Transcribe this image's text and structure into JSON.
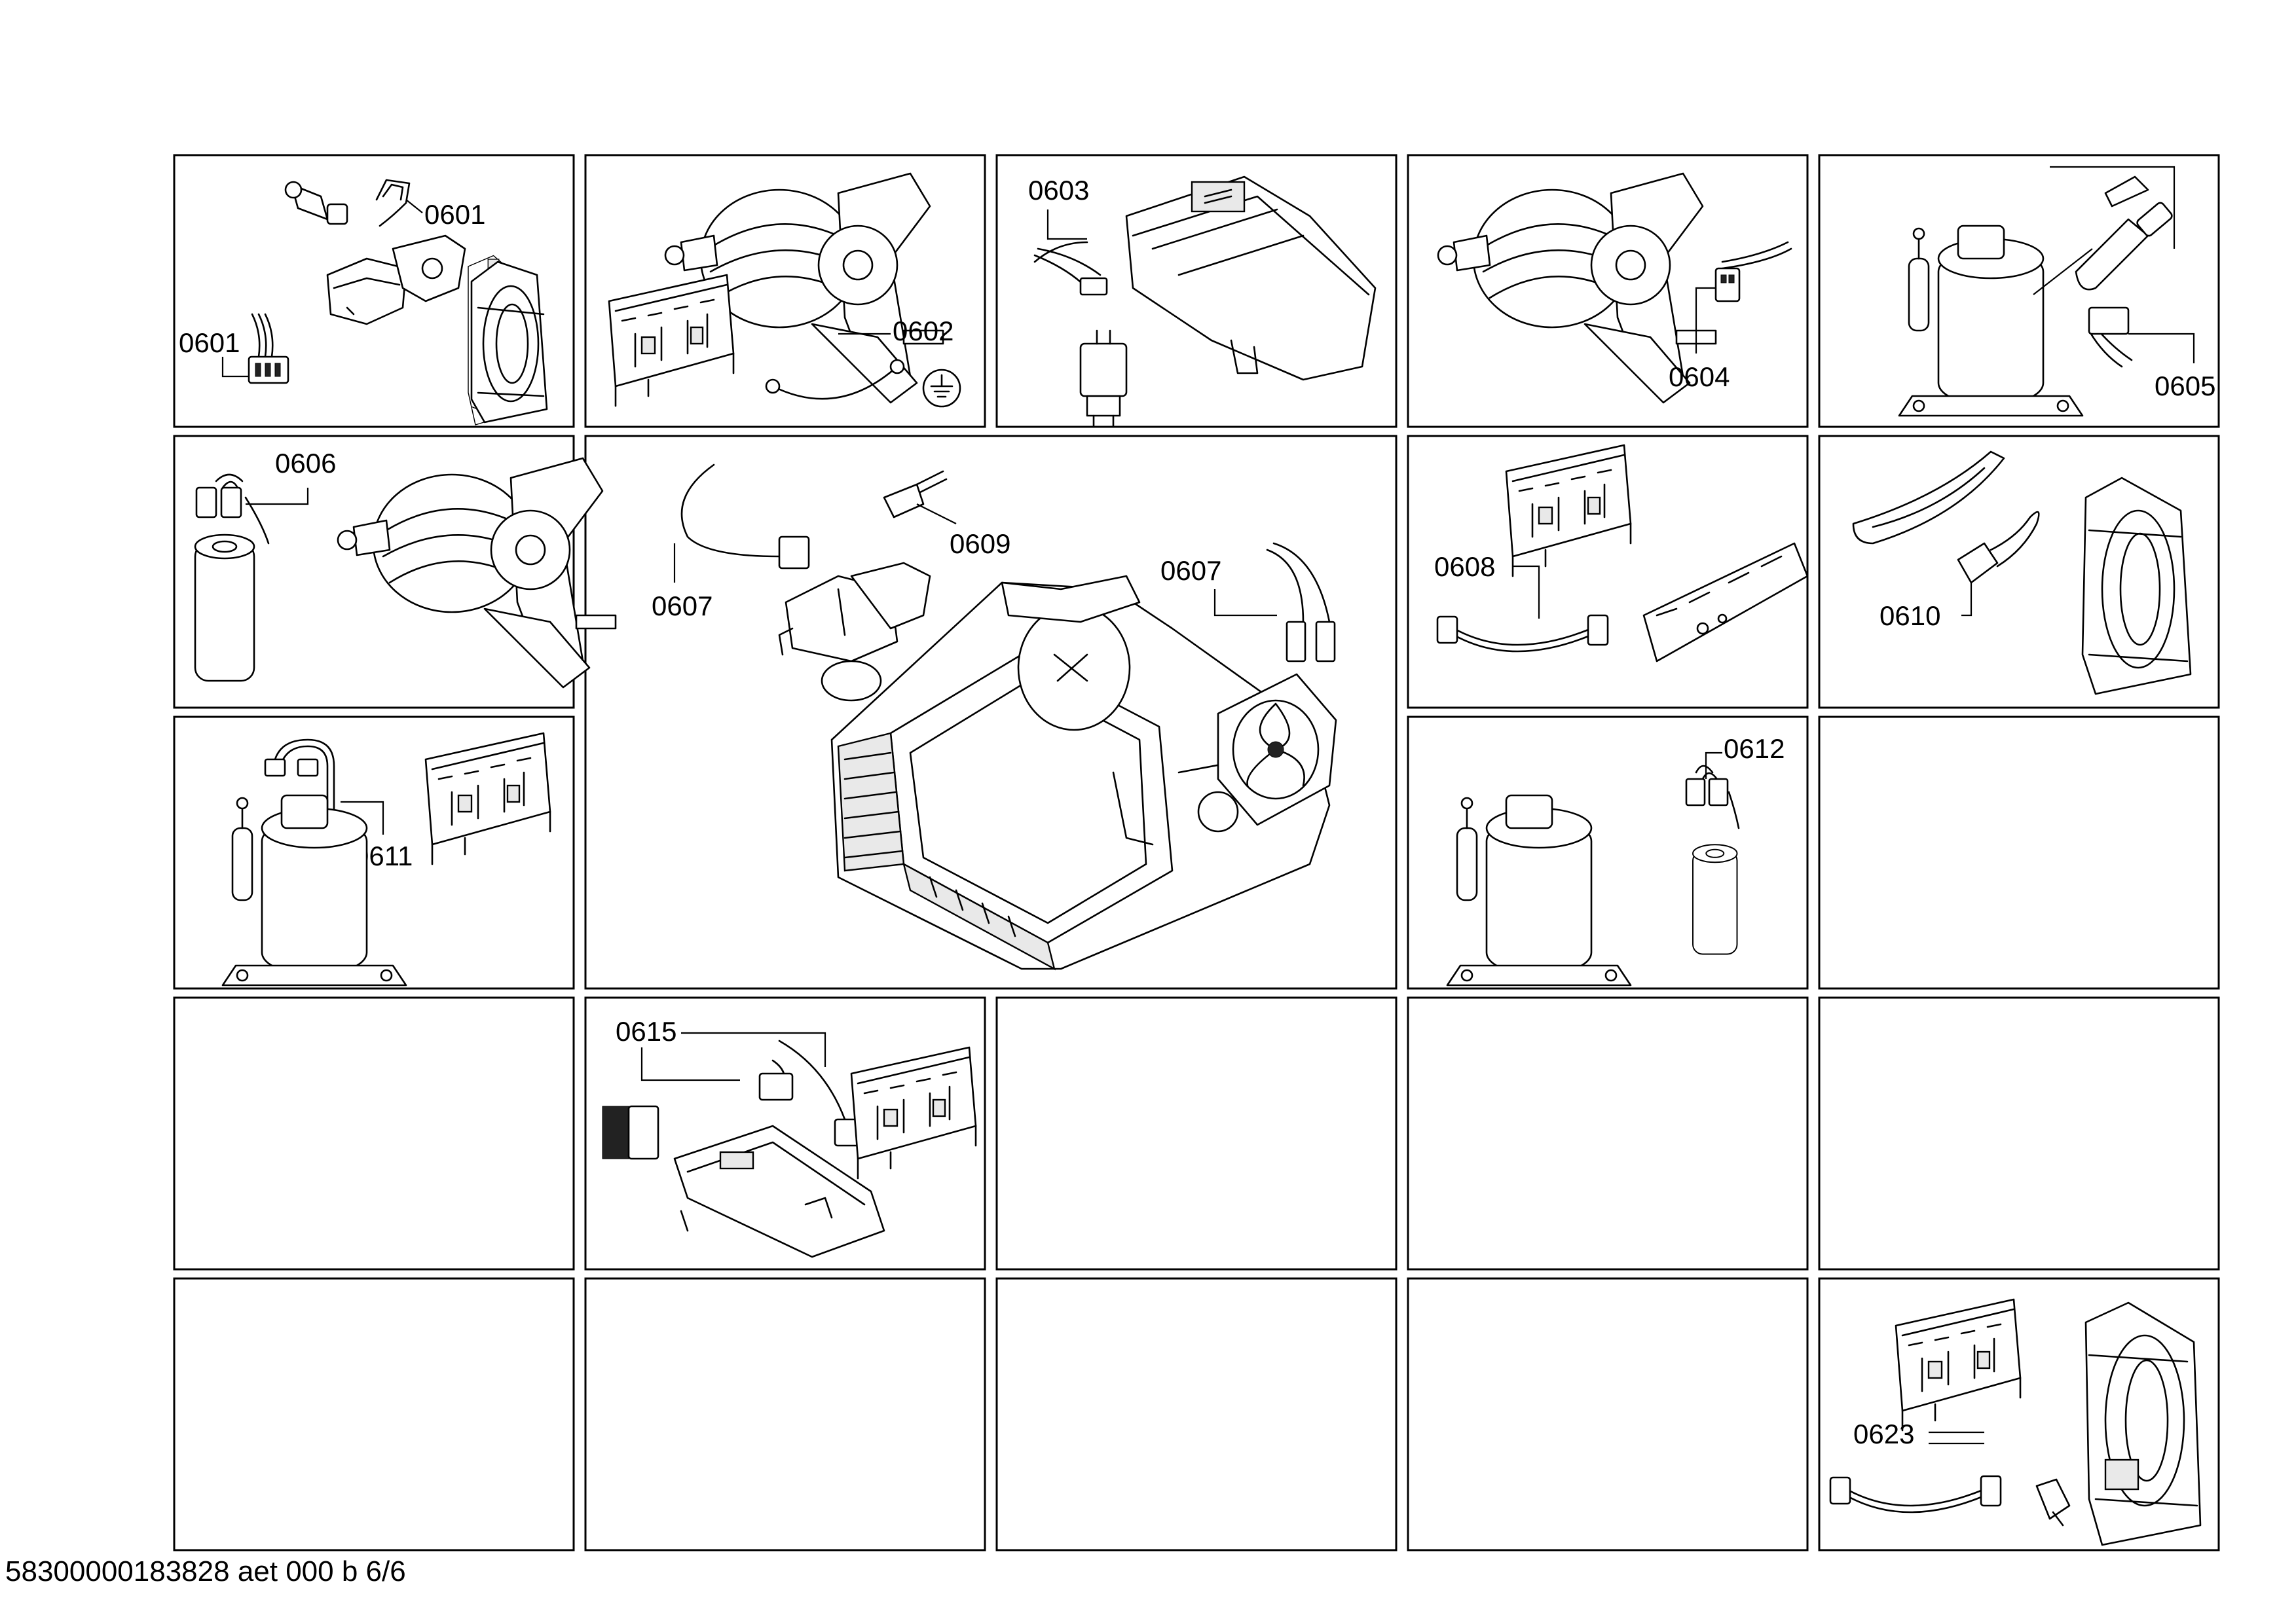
{
  "labels": {
    "l0601a": "0601",
    "l0601b": "0601",
    "l0602": "0602",
    "l0603": "0603",
    "l0604": "0604",
    "l0605": "0605",
    "l0606": "0606",
    "l0607a": "0607",
    "l0607b": "0607",
    "l0608": "0608",
    "l0609": "0609",
    "l0610": "0610",
    "l0611": "0611",
    "l0612": "0612",
    "l0615": "0615",
    "l0623": "0623"
  },
  "footer": {
    "document_code": "58300000183828 aet 000 b 6/6"
  }
}
